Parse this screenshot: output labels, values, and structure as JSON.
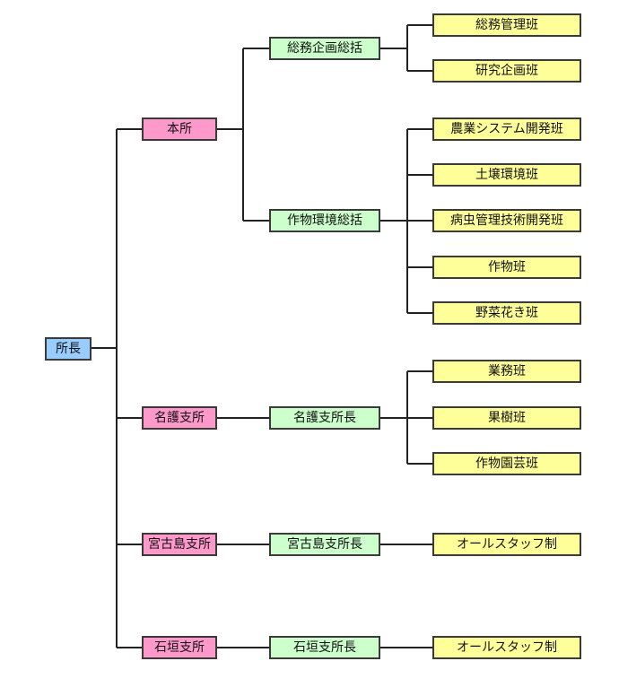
{
  "colors": {
    "director": "#99ccff",
    "office": "#ff99cc",
    "manager": "#ccffcc",
    "team": "#ffff99",
    "line": "#222222"
  },
  "director": {
    "label": "所長"
  },
  "offices": [
    {
      "label": "本所",
      "managers": [
        {
          "label": "総務企画総括",
          "teams": [
            "総務管理班",
            "研究企画班"
          ]
        },
        {
          "label": "作物環境総括",
          "teams": [
            "農業システム開発班",
            "土壌環境班",
            "病虫管理技術開発班",
            "作物班",
            "野菜花き班"
          ]
        }
      ]
    },
    {
      "label": "名護支所",
      "managers": [
        {
          "label": "名護支所長",
          "teams": [
            "業務班",
            "果樹班",
            "作物園芸班"
          ]
        }
      ]
    },
    {
      "label": "宮古島支所",
      "managers": [
        {
          "label": "宮古島支所長",
          "teams": [
            "オールスタッフ制"
          ]
        }
      ]
    },
    {
      "label": "石垣支所",
      "managers": [
        {
          "label": "石垣支所長",
          "teams": [
            "オールスタッフ制"
          ]
        }
      ]
    }
  ]
}
